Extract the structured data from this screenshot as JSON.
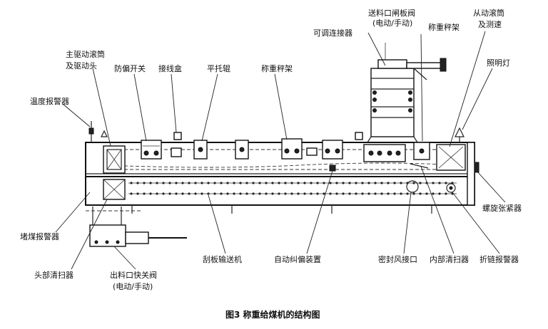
{
  "labels": {
    "adjustable_connector": "可调连接器",
    "feed_gate_valve_l1": "送料口闸板阀",
    "feed_gate_valve_l2": "(电动/手动)",
    "weigh_frame_top": "称重秤架",
    "driven_drum_l1": "从动滚筒",
    "driven_drum_l2": "及测速",
    "main_drive_l1": "主驱动滚筒",
    "main_drive_l2": "及驱动头",
    "anti_deviation_switch": "防偏开关",
    "junction_box": "接线盒",
    "flat_idler": "平托辊",
    "weigh_frame_mid": "称重秤架",
    "lighting_lamp": "照明灯",
    "temp_alarm": "温度报警器",
    "spiral_tensioner": "螺旋张紧器",
    "blockage_alarm": "堵煤报警器",
    "head_cleaner": "头部清扫器",
    "outlet_valve_l1": "出料口快关阀",
    "outlet_valve_l2": "(电动/手动)",
    "scraper_conveyor": "刮板输送机",
    "auto_correction": "自动纠偏装置",
    "seal_air_inlet": "密封风接口",
    "inner_cleaner": "内部清扫器",
    "chain_break_alarm": "折链报警器"
  },
  "caption": "图3  称重给煤机的结构图",
  "colors": {
    "ink": "#111111",
    "paper": "#ffffff"
  }
}
